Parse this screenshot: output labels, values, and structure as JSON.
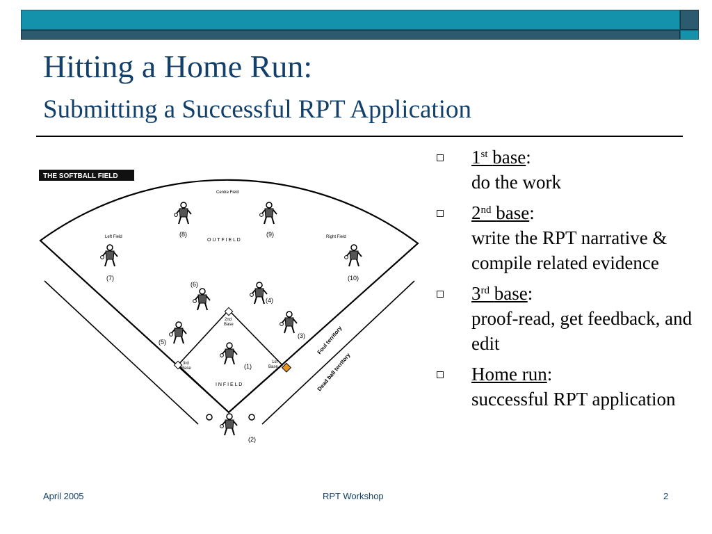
{
  "slide": {
    "title": "Hitting a Home Run:",
    "subtitle": "Submitting a Successful RPT Application"
  },
  "bullets": [
    {
      "num": "1",
      "sup": "st",
      "label": "base",
      "desc": "do the work"
    },
    {
      "num": "2",
      "sup": "nd",
      "label": "base",
      "desc": "write the RPT narrative & compile related evidence"
    },
    {
      "num": "3",
      "sup": "rd",
      "label": "base",
      "desc": "proof-read, get feedback, and edit"
    },
    {
      "label": "Home run",
      "desc": "successful RPT application"
    }
  ],
  "field": {
    "banner": "THE SOFTBALL FIELD",
    "centre_field": "Centre Field",
    "left_field": "Left Field",
    "right_field": "Right Field",
    "outfield": "O U T F I E L D",
    "infield": "I N F I E L D",
    "second_base_1": "2nd",
    "second_base_2": "Base",
    "third_base_1": "3rd",
    "third_base_2": "Base",
    "first_base_1": "1st",
    "first_base_2": "Base",
    "foul_territory": "Foul territory",
    "dead_ball_territory": "Dead ball territory",
    "positions": [
      "(1)",
      "(2)",
      "(3)",
      "(4)",
      "(5)",
      "(6)",
      "(7)",
      "(8)",
      "(9)",
      "(10)"
    ]
  },
  "footer": {
    "date": "April 2005",
    "center": "RPT Workshop",
    "page": "2"
  },
  "colors": {
    "title": "#13406a",
    "bar_teal": "#1592ab",
    "bar_dark": "#2c5a6e",
    "base_orange": "#e8941f"
  }
}
